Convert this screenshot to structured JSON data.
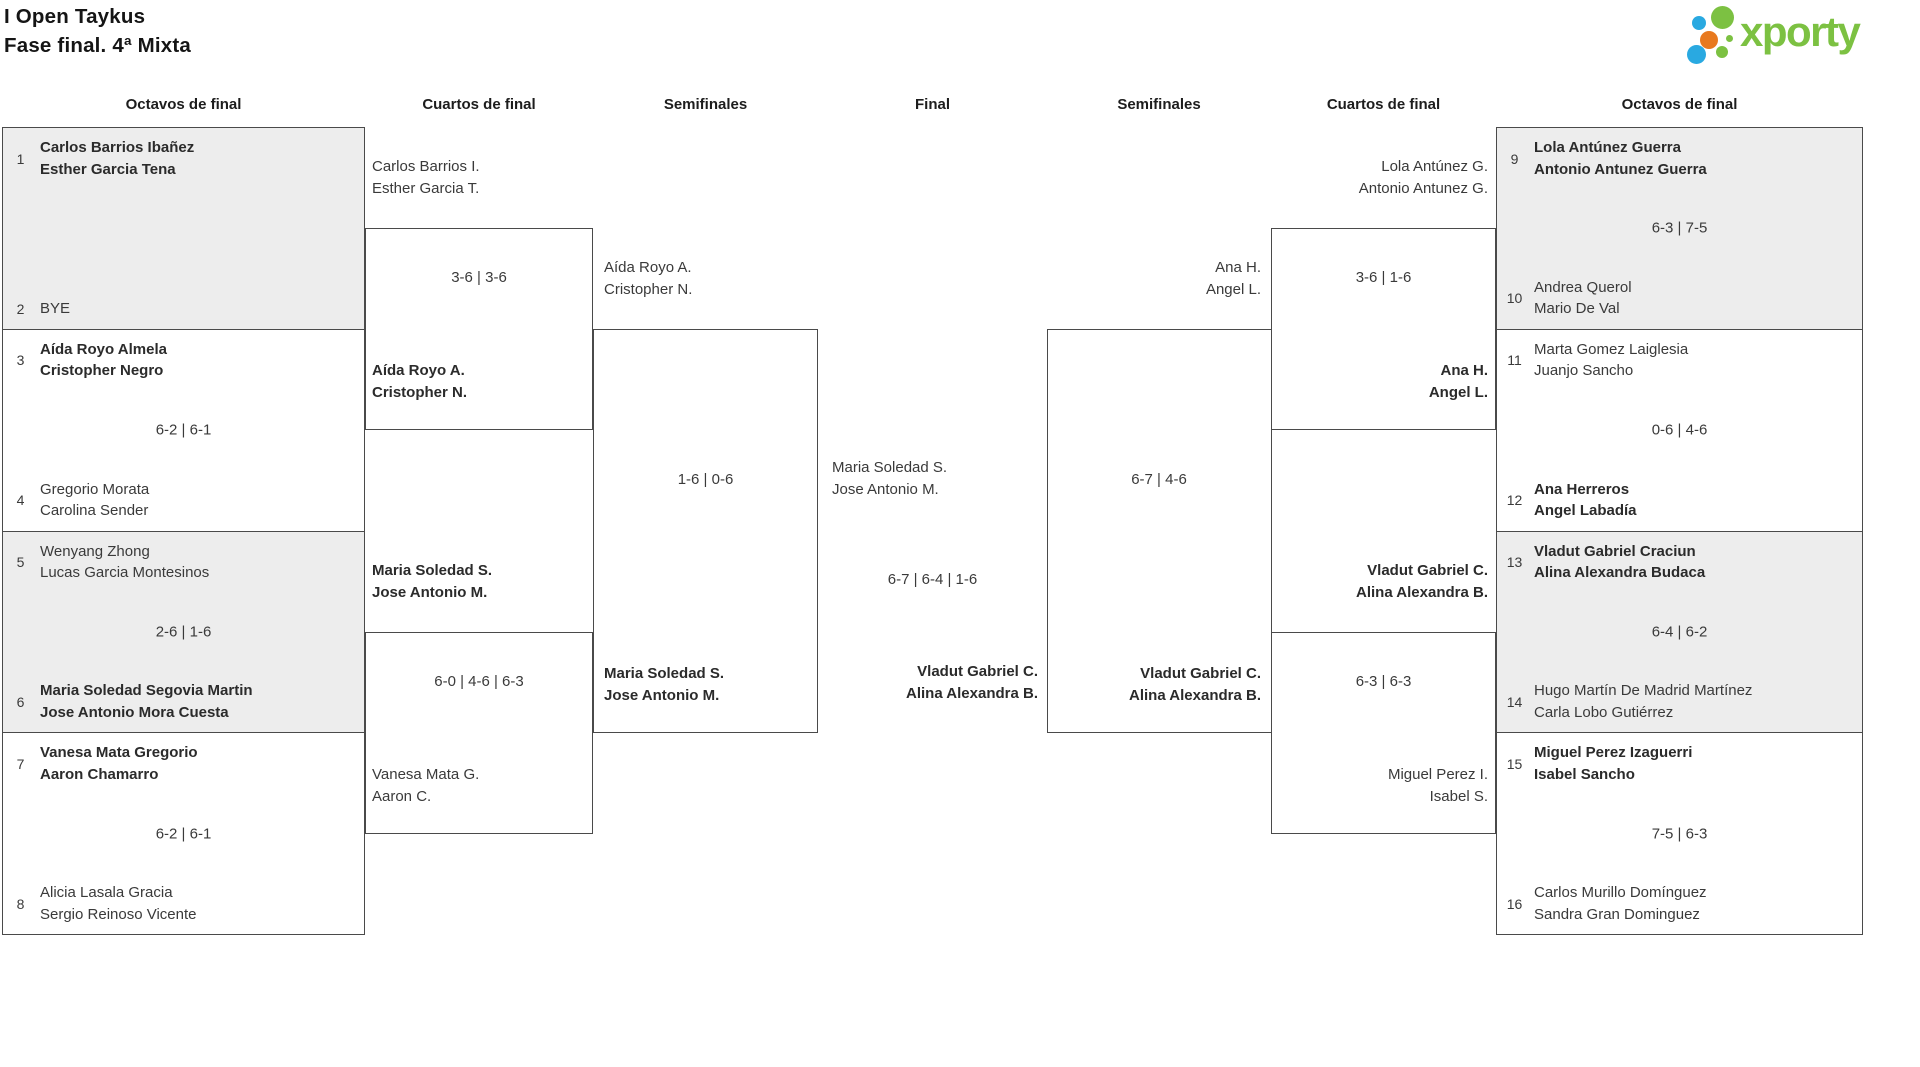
{
  "title": {
    "line1": "I Open Taykus",
    "line2": "Fase final. 4ª Mixta"
  },
  "logo": {
    "text": "xporty"
  },
  "round_headers": {
    "r16_left": "Octavos de final",
    "qf_left": "Cuartos de final",
    "sf_left": "Semifinales",
    "final": "Final",
    "sf_right": "Semifinales",
    "qf_right": "Cuartos de final",
    "r16_right": "Octavos de final"
  },
  "bracket": {
    "r16_left": [
      {
        "seed_top": "1",
        "top1": "Carlos Barrios Ibañez",
        "top2": "Esther Garcia Tena",
        "score": "",
        "seed_bottom": "2",
        "bot1": "BYE",
        "bot2": ""
      },
      {
        "seed_top": "3",
        "top1": "Aída Royo Almela",
        "top2": "Cristopher Negro",
        "score": "6-2 | 6-1",
        "seed_bottom": "4",
        "bot1": "Gregorio Morata",
        "bot2": "Carolina Sender"
      },
      {
        "seed_top": "5",
        "top1": "Wenyang Zhong",
        "top2": "Lucas Garcia Montesinos",
        "score": "2-6 | 1-6",
        "seed_bottom": "6",
        "bot1": "Maria Soledad Segovia Martin",
        "bot2": "Jose Antonio Mora Cuesta"
      },
      {
        "seed_top": "7",
        "top1": "Vanesa Mata Gregorio",
        "top2": "Aaron Chamarro",
        "score": "6-2 | 6-1",
        "seed_bottom": "8",
        "bot1": "Alicia Lasala Gracia",
        "bot2": "Sergio Reinoso Vicente"
      }
    ],
    "qf_left": [
      {
        "top1": "Carlos Barrios I.",
        "top2": "Esther Garcia T.",
        "score": "3-6 | 3-6",
        "bot1": "Aída Royo A.",
        "bot2": "Cristopher N."
      },
      {
        "top1": "Maria Soledad S.",
        "top2": "Jose Antonio M.",
        "score": "6-0 | 4-6 | 6-3",
        "bot1": "Vanesa Mata G.",
        "bot2": "Aaron C."
      }
    ],
    "sf_left": {
      "top1": "Aída Royo A.",
      "top2": "Cristopher N.",
      "score": "1-6 | 0-6",
      "bot1": "Maria Soledad S.",
      "bot2": "Jose Antonio M."
    },
    "final": {
      "top1": "Maria Soledad S.",
      "top2": "Jose Antonio M.",
      "score": "6-7 | 6-4 | 1-6",
      "bot1": "Vladut Gabriel C.",
      "bot2": "Alina Alexandra B."
    },
    "sf_right": {
      "top1": "Ana H.",
      "top2": "Angel L.",
      "score": "6-7 | 4-6",
      "bot1": "Vladut Gabriel C.",
      "bot2": "Alina Alexandra B."
    },
    "qf_right": [
      {
        "top1": "Lola Antúnez G.",
        "top2": "Antonio Antunez G.",
        "score": "3-6 | 1-6",
        "bot1": "Ana H.",
        "bot2": "Angel L."
      },
      {
        "top1": "Vladut Gabriel C.",
        "top2": "Alina Alexandra B.",
        "score": "6-3 | 6-3",
        "bot1": "Miguel Perez I.",
        "bot2": "Isabel S."
      }
    ],
    "r16_right": [
      {
        "seed_top": "9",
        "top1": "Lola Antúnez Guerra",
        "top2": "Antonio Antunez Guerra",
        "score": "6-3 | 7-5",
        "seed_bottom": "10",
        "bot1": "Andrea Querol",
        "bot2": "Mario De Val"
      },
      {
        "seed_top": "11",
        "top1": "Marta Gomez Laiglesia",
        "top2": "Juanjo Sancho",
        "score": "0-6 | 4-6",
        "seed_bottom": "12",
        "bot1": "Ana Herreros",
        "bot2": "Angel Labadía"
      },
      {
        "seed_top": "13",
        "top1": "Vladut Gabriel Craciun",
        "top2": "Alina Alexandra Budaca",
        "score": "6-4 | 6-2",
        "seed_bottom": "14",
        "bot1": "Hugo Martín De Madrid Martínez",
        "bot2": "Carla Lobo Gutiérrez"
      },
      {
        "seed_top": "15",
        "top1": "Miguel Perez Izaguerri",
        "top2": "Isabel Sancho",
        "score": "7-5 | 6-3",
        "seed_bottom": "16",
        "bot1": "Carlos Murillo Domínguez",
        "bot2": "Sandra Gran Dominguez"
      }
    ]
  },
  "colors": {
    "line": "#4a4a4a",
    "box_gray": "#ededed",
    "text": "#3a3a3a",
    "winner_text": "#2b2b2b",
    "logo_green": "#7cc142",
    "logo_blue": "#29a9e1",
    "logo_orange": "#e8791e"
  }
}
